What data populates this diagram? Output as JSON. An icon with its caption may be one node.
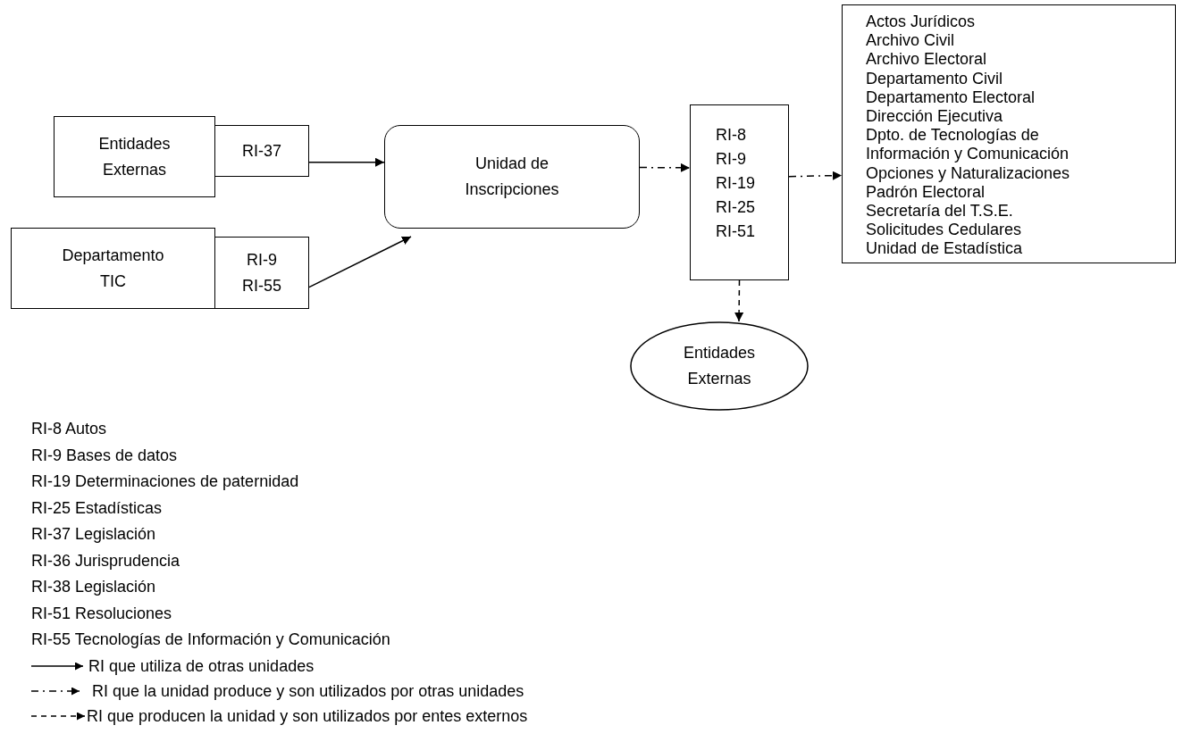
{
  "diagram": {
    "nodes": [
      {
        "text": [
          "Entidades Externas"
        ]
      },
      {
        "text": [
          "RI-37"
        ]
      },
      {
        "text": [
          "Departamento TIC"
        ]
      },
      {
        "text": [
          "RI-9",
          "RI-55"
        ]
      },
      {
        "text": [
          "Unidad de Inscripciones"
        ]
      },
      {
        "text": [
          "RI-8",
          "RI-9",
          "RI-19",
          "RI-25",
          "RI-51"
        ]
      },
      {
        "text": [
          "Actos Jurídicos",
          "Archivo Civil",
          "Archivo Electoral",
          "Departamento Civil",
          "Departamento Electoral",
          "Dirección Ejecutiva",
          "Dpto. de Tecnologías de Información y Comunicación",
          "Opciones y Naturalizaciones",
          "Padrón Electoral",
          "Secretaría del T.S.E.",
          "Solicitudes Cedulares",
          "Unidad de Estadística"
        ]
      },
      {
        "text": [
          "Entidades Externas"
        ]
      }
    ],
    "edges": [
      {
        "from": 1,
        "to": 4,
        "arrow": "to"
      },
      {
        "from": 3,
        "to": 4,
        "arrow": "to"
      },
      {
        "from": 4,
        "to": 5,
        "arrow": "to",
        "style": "dashed"
      },
      {
        "from": 5,
        "to": 6,
        "arrow": "to",
        "style": "dashed"
      },
      {
        "from": 5,
        "to": 7,
        "arrow": "to",
        "style": "dashed"
      }
    ],
    "labels": [
      "RI-8 Autos",
      "RI-9 Bases de datos",
      "RI-19 Determinaciones de paternidad",
      "RI-25 Estadísticas",
      "RI-37 Legislación",
      "RI-36 Jurisprudencia",
      "RI-38 Legislación",
      "RI-51 Resoluciones",
      "RI-55 Tecnologías de Información y Comunicación"
    ],
    "legend": [
      {
        "text": "RI que utiliza de otras unidades"
      },
      {
        "text": "RI que la unidad produce y son utilizados por otras unidades"
      },
      {
        "text": "RI que producen la unidad  y son utilizados por entes externos"
      }
    ]
  }
}
